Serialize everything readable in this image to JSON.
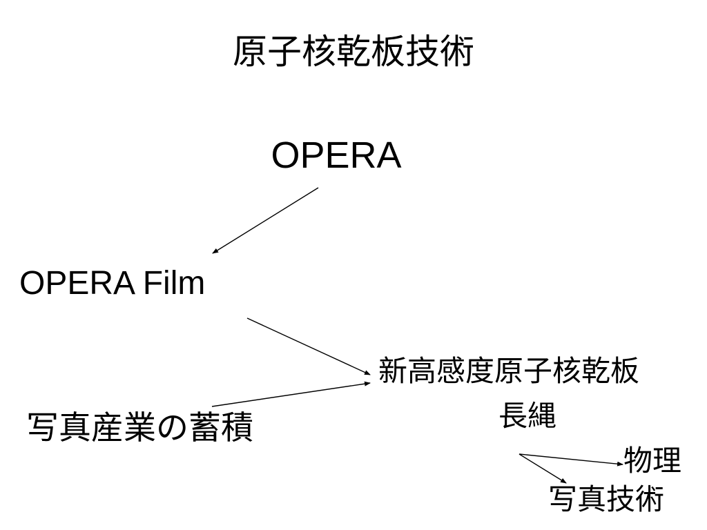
{
  "slide": {
    "title": "原子核乾板技術",
    "nodes": {
      "opera": "OPERA",
      "opera_film": "OPERA Film",
      "photo_industry": "写真産業の蓄積",
      "new_emulsion": "新高感度原子核乾板",
      "nagoya": "長縄",
      "physics": "物理",
      "photo_tech": "写真技術"
    }
  }
}
